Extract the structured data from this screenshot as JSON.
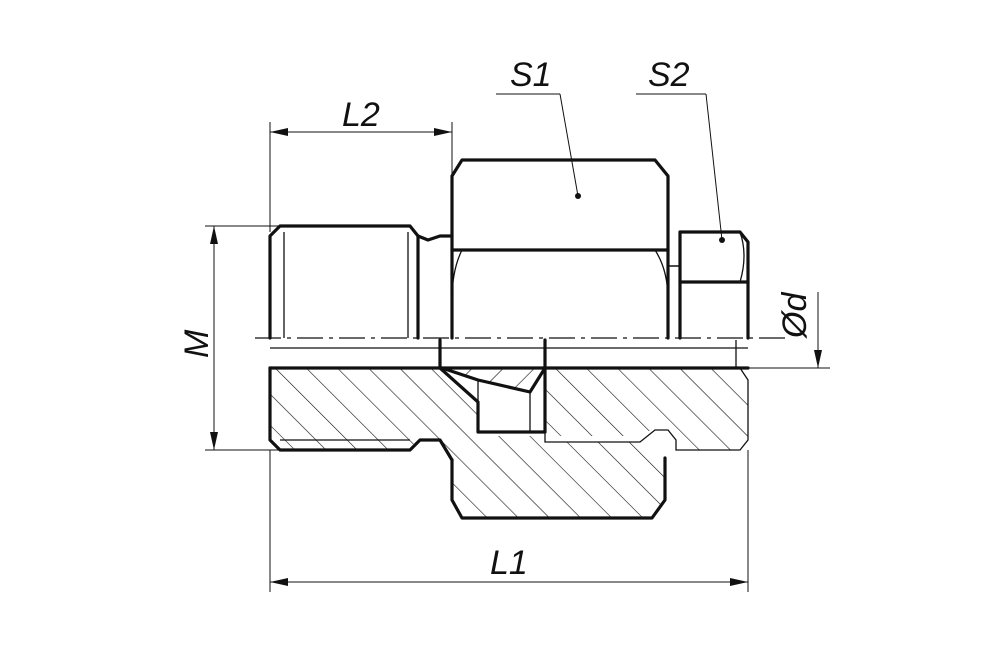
{
  "drawing": {
    "labels": {
      "l1": "L1",
      "l2": "L2",
      "s1": "S1",
      "s2": "S2",
      "m": "M",
      "od": "Ød"
    },
    "line_color": "#111111",
    "background": "#ffffff"
  }
}
